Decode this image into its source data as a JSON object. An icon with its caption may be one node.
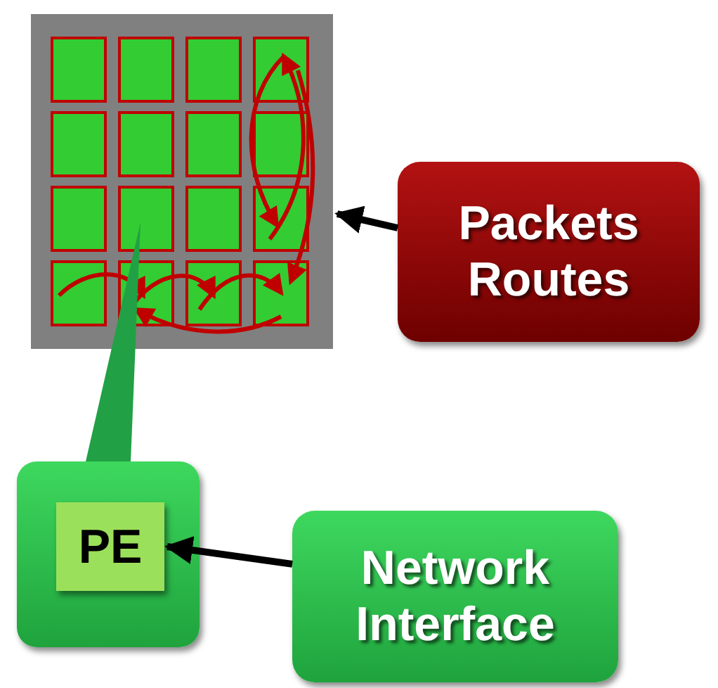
{
  "diagram": {
    "nodes": [
      {
        "text": [],
        "shape": "picture"
      },
      {
        "text": [
          "Packets Routes"
        ]
      },
      {
        "text": [],
        "shape": "box"
      },
      {
        "text": [
          "PE"
        ],
        "in": 2
      },
      {
        "text": [
          "Network Interface"
        ]
      }
    ],
    "edges": [
      {
        "from": 1,
        "to": 0,
        "arrow": "to"
      },
      {
        "from": 0,
        "to": 2,
        "arrow": "none",
        "color": "#22a045"
      },
      {
        "from": 4,
        "to": 3,
        "arrow": "to"
      }
    ]
  }
}
